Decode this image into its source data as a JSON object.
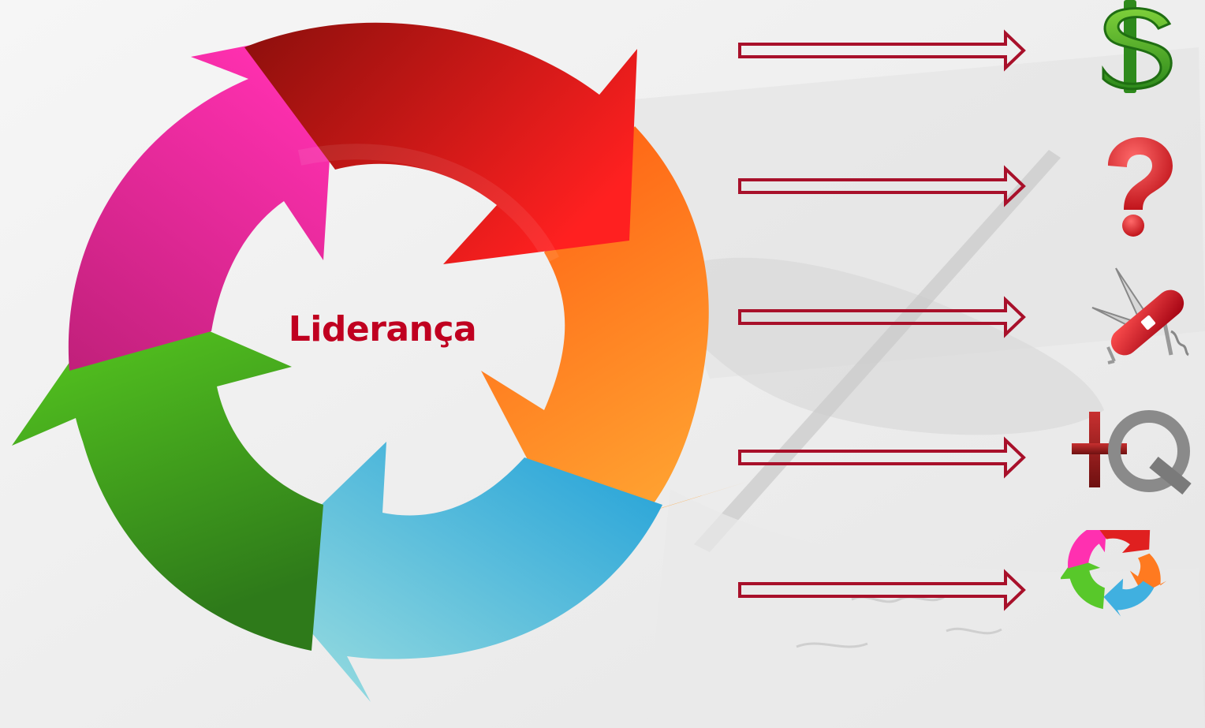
{
  "diagram": {
    "center_label": "Liderança",
    "cycle_segments": [
      {
        "name": "segment-red",
        "colors": [
          "#8b0f0c",
          "#ff2020"
        ]
      },
      {
        "name": "segment-orange",
        "colors": [
          "#ff5a10",
          "#ffa030"
        ]
      },
      {
        "name": "segment-blue",
        "colors": [
          "#20a0d8",
          "#a0e0e0"
        ]
      },
      {
        "name": "segment-green",
        "colors": [
          "#2e7a1a",
          "#5ad020"
        ]
      },
      {
        "name": "segment-pink",
        "colors": [
          "#c0207a",
          "#ff30b0"
        ]
      }
    ],
    "arrow_color": "#a8102a",
    "rows": [
      {
        "icon": "dollar-sign-icon"
      },
      {
        "icon": "question-mark-icon"
      },
      {
        "icon": "swiss-army-knife-icon"
      },
      {
        "icon": "plus-q-logo-icon",
        "logo_text": "Q"
      },
      {
        "icon": "mini-cycle-icon"
      }
    ]
  }
}
